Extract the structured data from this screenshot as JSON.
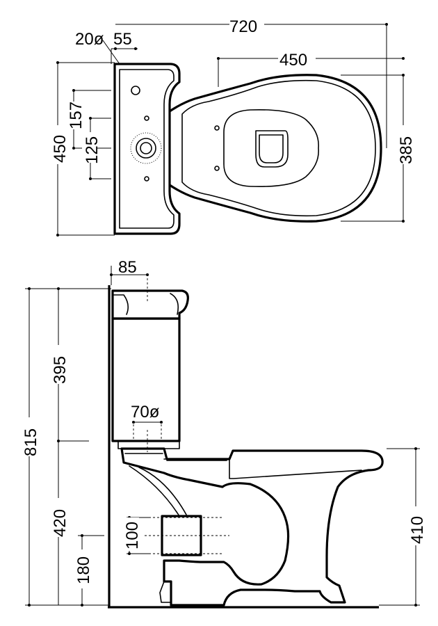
{
  "plan_view": {
    "overall_length": "720",
    "bowl_length": "450",
    "bowl_width": "385",
    "overall_width": "450",
    "hole_diameter": "20ø",
    "hole_offset": "55",
    "hole_spacing": "157",
    "inlet_spacing": "125"
  },
  "side_view": {
    "lid_offset": "85",
    "outlet_diameter": "70ø",
    "total_height": "815",
    "cistern_height": "395",
    "lower_height": "420",
    "outlet_height": "180",
    "outlet_pipe": "100",
    "rim_height": "410"
  }
}
